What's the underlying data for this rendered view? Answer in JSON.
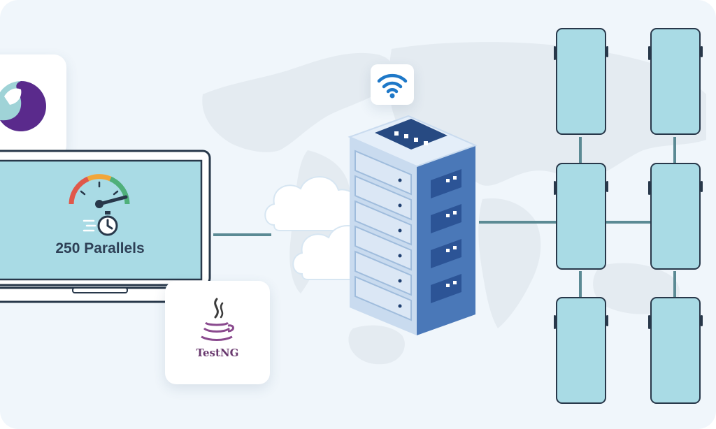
{
  "laptop": {
    "label": "250 Parallels"
  },
  "testng": {
    "label": "TestNG"
  },
  "icons": {
    "wifi": "wifi-icon",
    "speedometer": "speedometer-icon",
    "stopwatch": "stopwatch-icon",
    "java": "java-cup-icon",
    "app_logo": "app-logo-icon",
    "server": "server-rack-icon",
    "cloud": "cloud-icon"
  },
  "colors": {
    "background": "#f0f6fb",
    "screen": "#a9dbe5",
    "outline": "#28384a",
    "connector": "#5b8a94",
    "server_blue": "#4a78b8",
    "logo_purple": "#5a2a8c",
    "logo_teal": "#9fd3d7",
    "gauge_red": "#e0584a",
    "gauge_orange": "#f2a63a",
    "gauge_green": "#4fb07a"
  },
  "device_grid": {
    "columns": 2,
    "rows": 3
  }
}
